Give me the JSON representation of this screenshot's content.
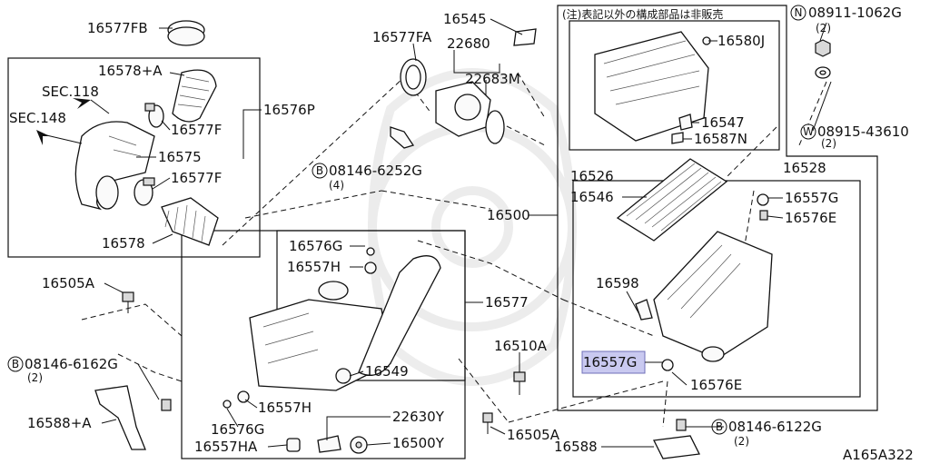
{
  "labels": {
    "l16577fb": "16577FB",
    "l16545": "16545",
    "note": "(注)表記以外の構成部品は非販売",
    "n08911": "08911-1062G",
    "n08911_qty": "(2)",
    "l16577fa": "16577FA",
    "l22680": "22680",
    "l16578a": "16578+A",
    "sec118": "SEC.118",
    "l22683m": "22683M",
    "l16580j": "16580J",
    "sec148": "SEC.148",
    "l16576p": "16576P",
    "l16577f1": "16577F",
    "l16547": "16547",
    "w08915": "08915-43610",
    "w08915_qty": "(2)",
    "l16587n": "16587N",
    "l16575": "16575",
    "l16577f2": "16577F",
    "b08146a": "08146-6252G",
    "b08146a_qty": "(4)",
    "l16526": "16526",
    "l16528": "16528",
    "l16546": "16546",
    "l16557g1": "16557G",
    "l16500": "16500",
    "l16576e1": "16576E",
    "l16578": "16578",
    "l16576g1": "16576G",
    "l16557h1": "16557H",
    "l16505a1": "16505A",
    "l16598": "16598",
    "l16577": "16577",
    "l16510a": "16510A",
    "b08146b": "08146-6162G",
    "b08146b_qty": "(2)",
    "l16557g_hl": "16557G",
    "l16549": "16549",
    "l16576e2": "16576E",
    "l16557h2": "16557H",
    "l16588a": "16588+A",
    "l22630y": "22630Y",
    "l16576g2": "16576G",
    "l16505a2": "16505A",
    "b08146c": "08146-6122G",
    "b08146c_qty": "(2)",
    "l16557ha": "16557HA",
    "l16500y": "16500Y",
    "l16588": "16588",
    "ref": "A165A322"
  },
  "prefix": {
    "N": "N",
    "W": "W",
    "B": "B"
  },
  "highlight_color": "#c9c9f0"
}
